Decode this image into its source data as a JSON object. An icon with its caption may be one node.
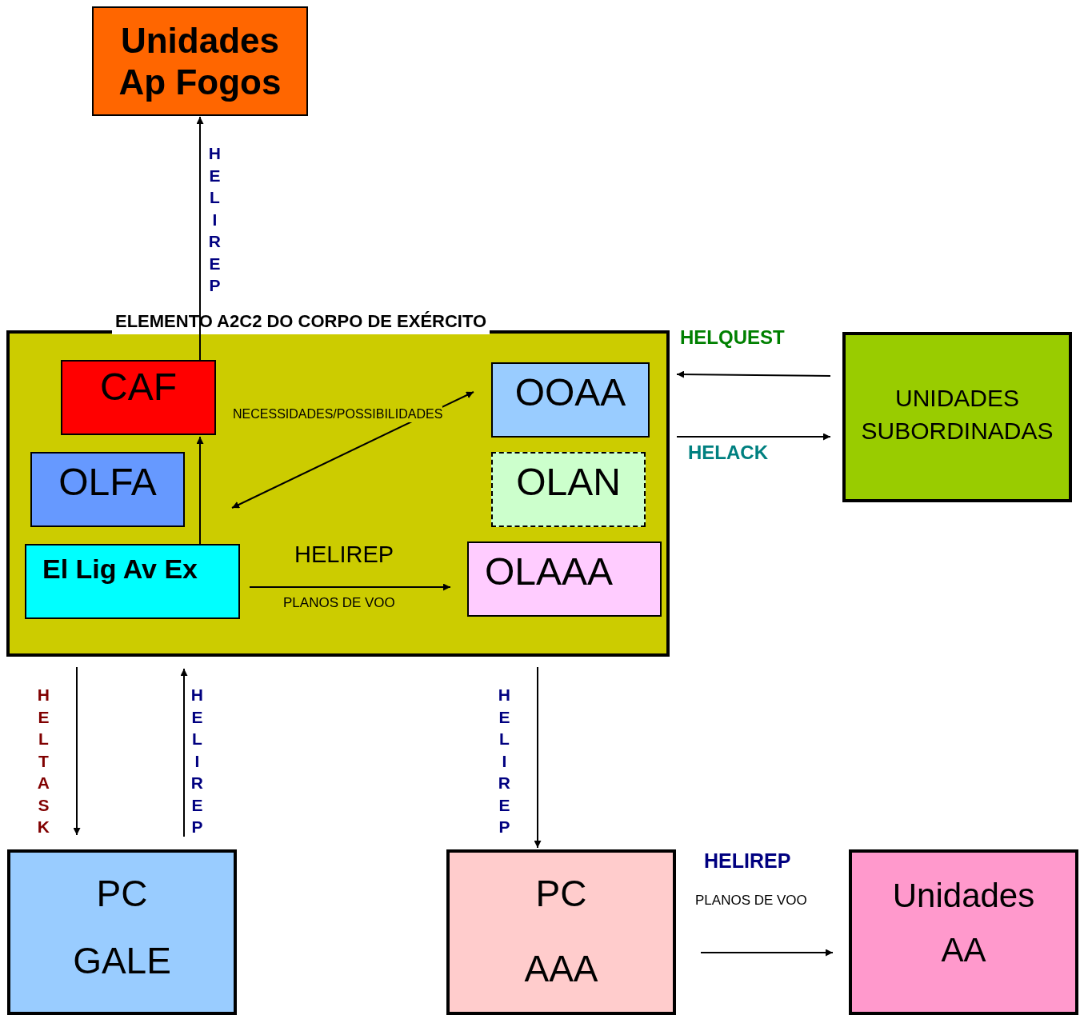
{
  "diagram": {
    "nodes": [
      {
        "text": [
          "Unidades Ap Fogos"
        ]
      },
      {
        "text": [
          "ELEMENTO A2C2 DO CORPO DE EXÉRCITO"
        ]
      },
      {
        "text": [
          "CAF"
        ],
        "in": 1
      },
      {
        "text": [
          "OOAA"
        ],
        "in": 1
      },
      {
        "text": [
          "OLFA"
        ],
        "in": 1
      },
      {
        "text": [
          "OLAN"
        ],
        "in": 1
      },
      {
        "text": [
          "El Lig Av Ex"
        ],
        "in": 1
      },
      {
        "text": [
          "OLAAA"
        ],
        "in": 1
      },
      {
        "text": [
          "UNIDADES SUBORDINADAS"
        ]
      },
      {
        "text": [
          "PC",
          "GALE"
        ]
      },
      {
        "text": [
          "PC",
          "AAA"
        ]
      },
      {
        "text": [
          "Unidades",
          "AA"
        ]
      }
    ],
    "edges": [
      {
        "from": 2,
        "to": 0,
        "arrow": "to",
        "label": "HELIREP"
      },
      {
        "from": 6,
        "to": 2,
        "arrow": "to"
      },
      {
        "from": 6,
        "to": 3,
        "arrow": "both",
        "label": "NECESSIDADES/POSSIBILIDADES"
      },
      {
        "from": 6,
        "to": 7,
        "arrow": "to",
        "label": "HELIREP"
      },
      {
        "from": 8,
        "to": 1,
        "arrow": "to",
        "label": "HELQUEST"
      },
      {
        "from": 1,
        "to": 8,
        "arrow": "to",
        "label": "HELACK"
      },
      {
        "from": 1,
        "to": 9,
        "arrow": "to",
        "label": "HELTASK"
      },
      {
        "from": 9,
        "to": 1,
        "arrow": "to",
        "label": "HELIREP"
      },
      {
        "from": 1,
        "to": 10,
        "arrow": "to",
        "label": "HELIREP"
      },
      {
        "from": 10,
        "to": 11,
        "arrow": "to",
        "label": "HELIREP"
      }
    ],
    "labels": [
      "PLANOS DE VOO",
      "PLANOS DE VOO"
    ]
  }
}
